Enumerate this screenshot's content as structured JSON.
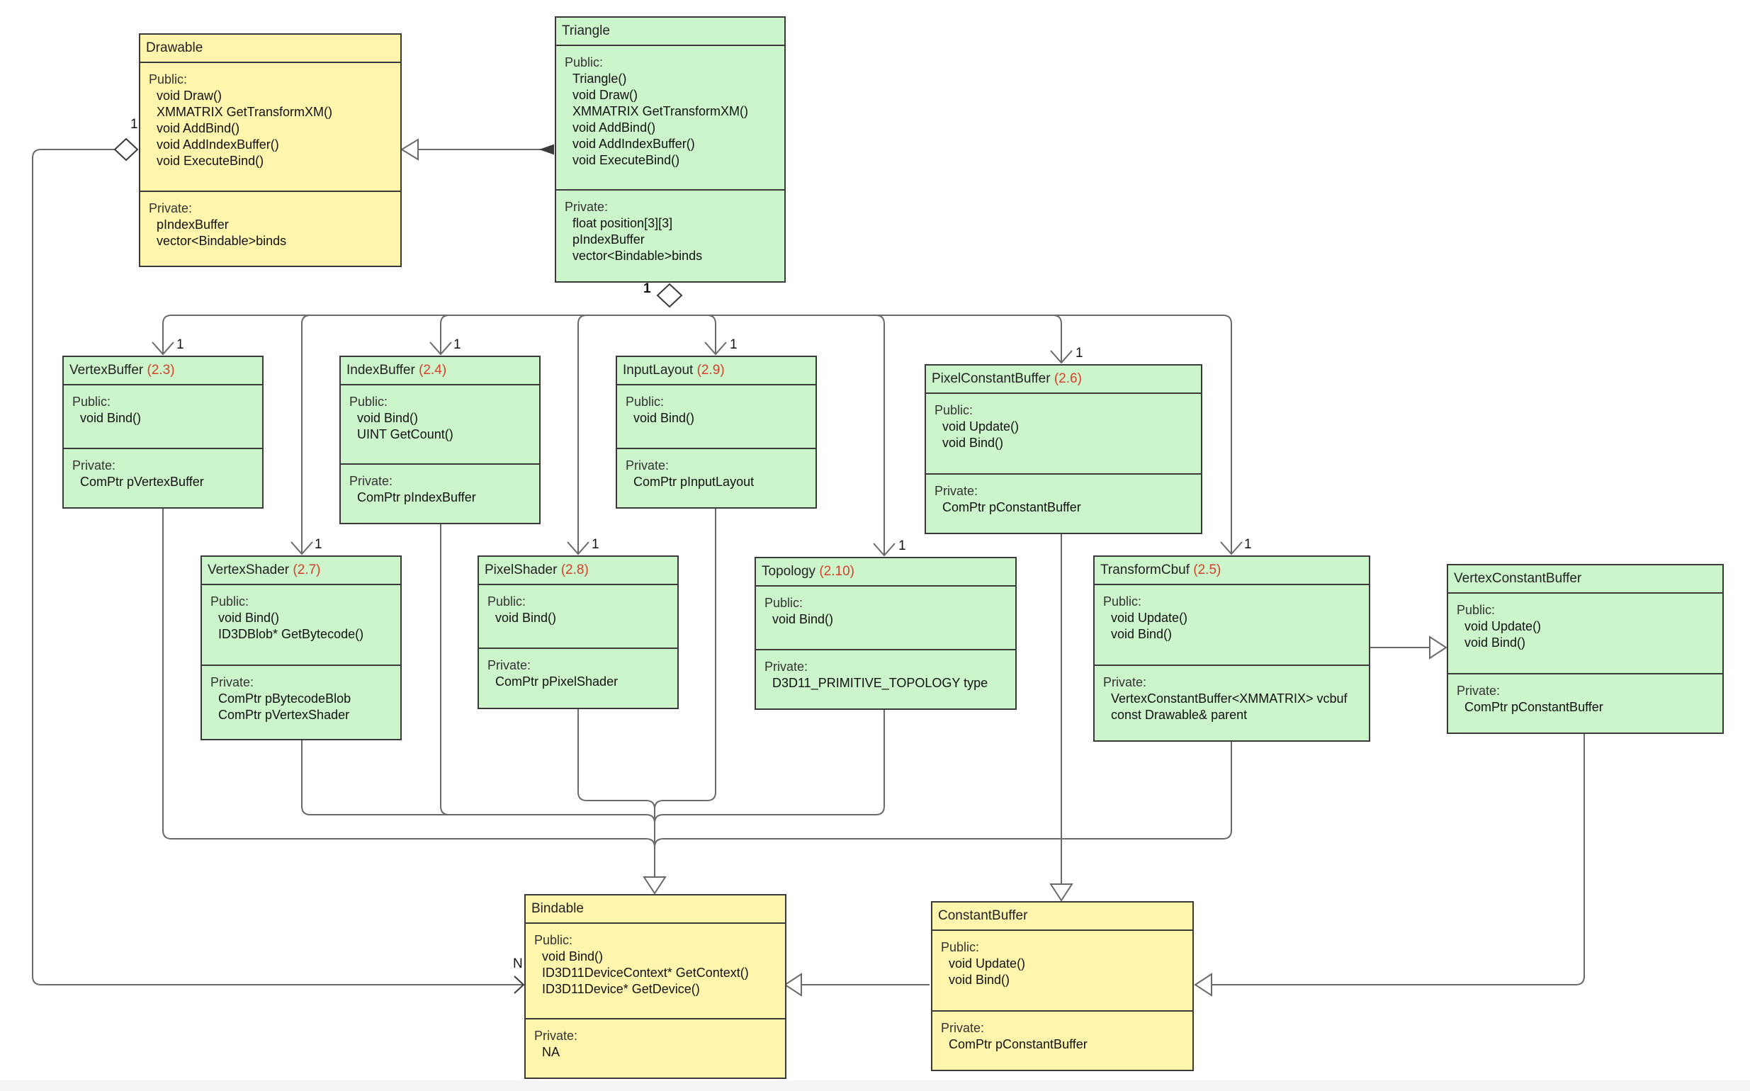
{
  "classes": {
    "drawable": {
      "name": "Drawable",
      "version": "",
      "public_label": "Public:",
      "public": [
        "void Draw()",
        "XMMATRIX GetTransformXM()",
        "void AddBind()",
        "void AddIndexBuffer()",
        "void ExecuteBind()"
      ],
      "private_label": "Private:",
      "private": [
        "pIndexBuffer",
        "vector<Bindable>binds"
      ]
    },
    "triangle": {
      "name": "Triangle",
      "version": "",
      "public_label": "Public:",
      "public": [
        "Triangle()",
        "void Draw()",
        "XMMATRIX GetTransformXM()",
        "void AddBind()",
        "void AddIndexBuffer()",
        "void ExecuteBind()"
      ],
      "private_label": "Private:",
      "private": [
        "float position[3][3]",
        "pIndexBuffer",
        "vector<Bindable>binds"
      ]
    },
    "vertex_buffer": {
      "name": "VertexBuffer",
      "version": "(2.3)",
      "public_label": "Public:",
      "public": [
        "void Bind()"
      ],
      "private_label": "Private:",
      "private": [
        "ComPtr pVertexBuffer"
      ]
    },
    "index_buffer": {
      "name": "IndexBuffer",
      "version": "(2.4)",
      "public_label": "Public:",
      "public": [
        "void Bind()",
        "UINT GetCount()"
      ],
      "private_label": "Private:",
      "private": [
        "ComPtr pIndexBuffer"
      ]
    },
    "input_layout": {
      "name": "InputLayout",
      "version": "(2.9)",
      "public_label": "Public:",
      "public": [
        "void Bind()"
      ],
      "private_label": "Private:",
      "private": [
        "ComPtr pInputLayout"
      ]
    },
    "pixel_constant_buffer": {
      "name": "PixelConstantBuffer",
      "version": "(2.6)",
      "public_label": "Public:",
      "public": [
        "void Update()",
        "void Bind()"
      ],
      "private_label": "Private:",
      "private": [
        "ComPtr pConstantBuffer"
      ]
    },
    "vertex_shader": {
      "name": "VertexShader",
      "version": "(2.7)",
      "public_label": "Public:",
      "public": [
        "void Bind()",
        "ID3DBlob* GetBytecode()"
      ],
      "private_label": "Private:",
      "private": [
        "ComPtr pBytecodeBlob",
        "ComPtr pVertexShader"
      ]
    },
    "pixel_shader": {
      "name": "PixelShader",
      "version": "(2.8)",
      "public_label": "Public:",
      "public": [
        "void Bind()"
      ],
      "private_label": "Private:",
      "private": [
        "ComPtr pPixelShader"
      ]
    },
    "topology": {
      "name": "Topology",
      "version": "(2.10)",
      "public_label": "Public:",
      "public": [
        "void Bind()"
      ],
      "private_label": "Private:",
      "private": [
        "D3D11_PRIMITIVE_TOPOLOGY type"
      ]
    },
    "transform_cbuf": {
      "name": "TransformCbuf",
      "version": "(2.5)",
      "public_label": "Public:",
      "public": [
        "void Update()",
        "void Bind()"
      ],
      "private_label": "Private:",
      "private": [
        "VertexConstantBuffer<XMMATRIX> vcbuf",
        "const Drawable& parent"
      ]
    },
    "vertex_constant_buffer": {
      "name": "VertexConstantBuffer",
      "version": "",
      "public_label": "Public:",
      "public": [
        "void Update()",
        "void Bind()"
      ],
      "private_label": "Private:",
      "private": [
        "ComPtr pConstantBuffer"
      ]
    },
    "bindable": {
      "name": "Bindable",
      "version": "",
      "public_label": "Public:",
      "public": [
        "void Bind()",
        "ID3D11DeviceContext* GetContext()",
        "ID3D11Device* GetDevice()"
      ],
      "private_label": "Private:",
      "private": [
        "NA"
      ]
    },
    "constant_buffer": {
      "name": "ConstantBuffer",
      "version": "",
      "public_label": "Public:",
      "public": [
        "void Update()",
        "void Bind()"
      ],
      "private_label": "Private:",
      "private": [
        "ComPtr pConstantBuffer"
      ]
    }
  },
  "multiplicity": {
    "drawable_one": "1",
    "bindable_many": "N",
    "triangle_one": "1",
    "vertex_buffer": "1",
    "index_buffer": "1",
    "input_layout": "1",
    "pixel_constant_buffer": "1",
    "vertex_shader": "1",
    "pixel_shader": "1",
    "topology": "1",
    "transform_cbuf": "1"
  },
  "colors": {
    "concrete_fill": "#cdf5cc",
    "abstract_fill": "#fff5ac",
    "border": "#3a3a3a",
    "line": "#6a6a6a",
    "version_text": "#d4402b"
  }
}
